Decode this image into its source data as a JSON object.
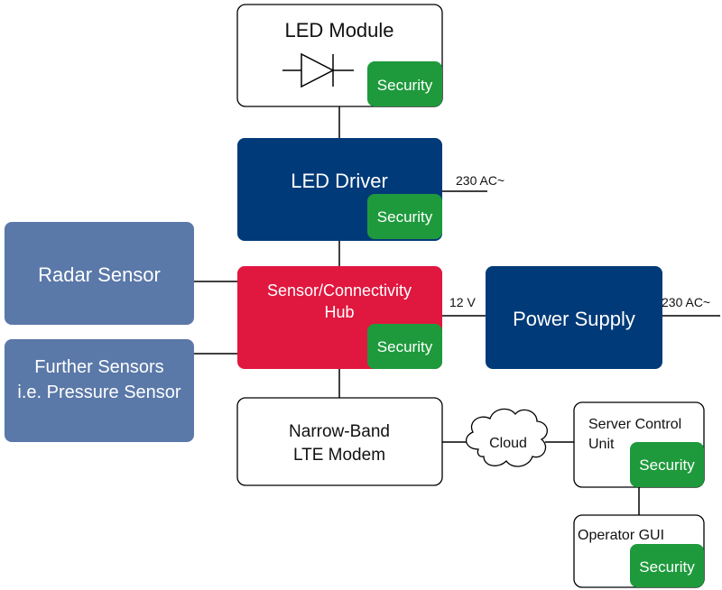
{
  "led_module": {
    "title": "LED Module",
    "security": "Security"
  },
  "led_driver": {
    "title": "LED Driver",
    "security": "Security",
    "input_label": "230 AC~"
  },
  "hub": {
    "title_line1": "Sensor/Connectivity",
    "title_line2": "Hub",
    "security": "Security",
    "link_label": "12 V"
  },
  "power_supply": {
    "title": "Power Supply",
    "input_label": "230 AC~"
  },
  "radar_sensor": {
    "title": "Radar Sensor"
  },
  "further_sensors": {
    "title_line1": "Further Sensors",
    "title_line2": "i.e. Pressure Sensor"
  },
  "modem": {
    "title_line1": "Narrow-Band",
    "title_line2": "LTE Modem"
  },
  "cloud": {
    "label": "Cloud"
  },
  "server_control": {
    "title_line1": "Server Control",
    "title_line2": "Unit",
    "security": "Security"
  },
  "operator_gui": {
    "title": "Operator GUI",
    "security": "Security"
  },
  "colors": {
    "navy": "#003a78",
    "red": "#e0173f",
    "slate_blue": "#5a78a8",
    "security_green": "#1e9a3c"
  }
}
